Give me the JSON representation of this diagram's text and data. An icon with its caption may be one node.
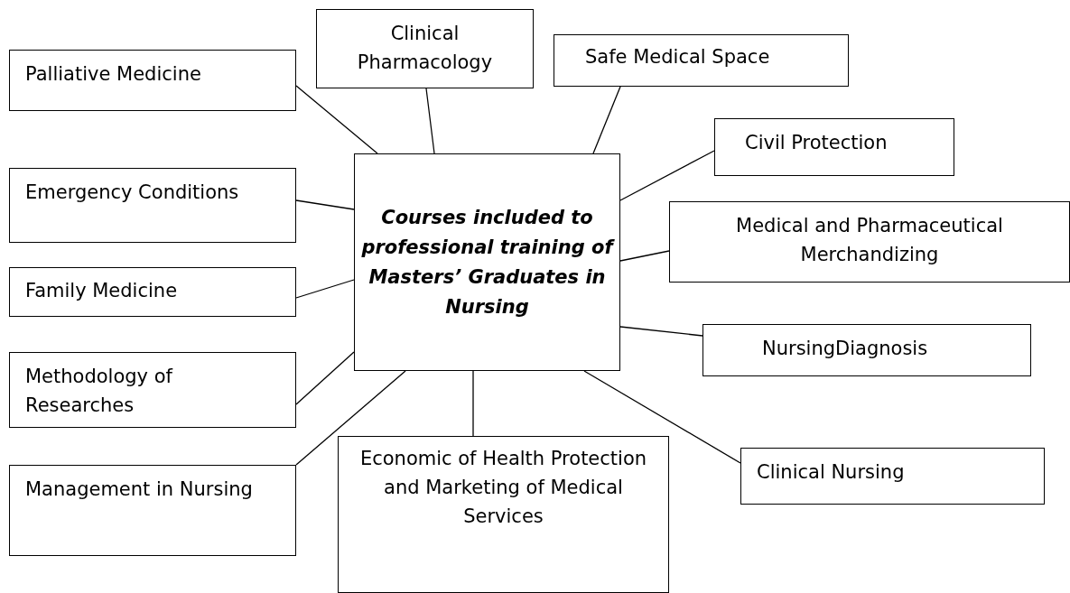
{
  "diagram": {
    "nodes": [
      {
        "text": [
          "Courses included to professional training of Masters’ Graduates in Nursing"
        ]
      },
      {
        "text": [
          "Palliative Medicine"
        ]
      },
      {
        "text": [
          "Clinical Pharmacology"
        ]
      },
      {
        "text": [
          "Safe Medical Space"
        ]
      },
      {
        "text": [
          "Civil Protection"
        ]
      },
      {
        "text": [
          "Emergency Conditions"
        ]
      },
      {
        "text": [
          "Medical and Pharmaceutical Merchandizing"
        ]
      },
      {
        "text": [
          "Family Medicine"
        ]
      },
      {
        "text": [
          "NursingDiagnosis"
        ]
      },
      {
        "text": [
          "Methodology of Researches"
        ]
      },
      {
        "text": [
          "Clinical Nursing"
        ]
      },
      {
        "text": [
          "Management in Nursing"
        ]
      },
      {
        "text": [
          "Economic of Health Protection and Marketing of Medical Services"
        ]
      }
    ],
    "edges": [
      {
        "from": 1,
        "to": 0,
        "arrow": "none"
      },
      {
        "from": 2,
        "to": 0,
        "arrow": "none"
      },
      {
        "from": 3,
        "to": 0,
        "arrow": "none"
      },
      {
        "from": 4,
        "to": 0,
        "arrow": "none"
      },
      {
        "from": 5,
        "to": 0,
        "arrow": "none"
      },
      {
        "from": 6,
        "to": 0,
        "arrow": "none"
      },
      {
        "from": 7,
        "to": 0,
        "arrow": "none"
      },
      {
        "from": 8,
        "to": 0,
        "arrow": "none"
      },
      {
        "from": 9,
        "to": 0,
        "arrow": "none"
      },
      {
        "from": 10,
        "to": 0,
        "arrow": "none"
      },
      {
        "from": 11,
        "to": 0,
        "arrow": "none"
      },
      {
        "from": 12,
        "to": 0,
        "arrow": "none"
      }
    ]
  }
}
